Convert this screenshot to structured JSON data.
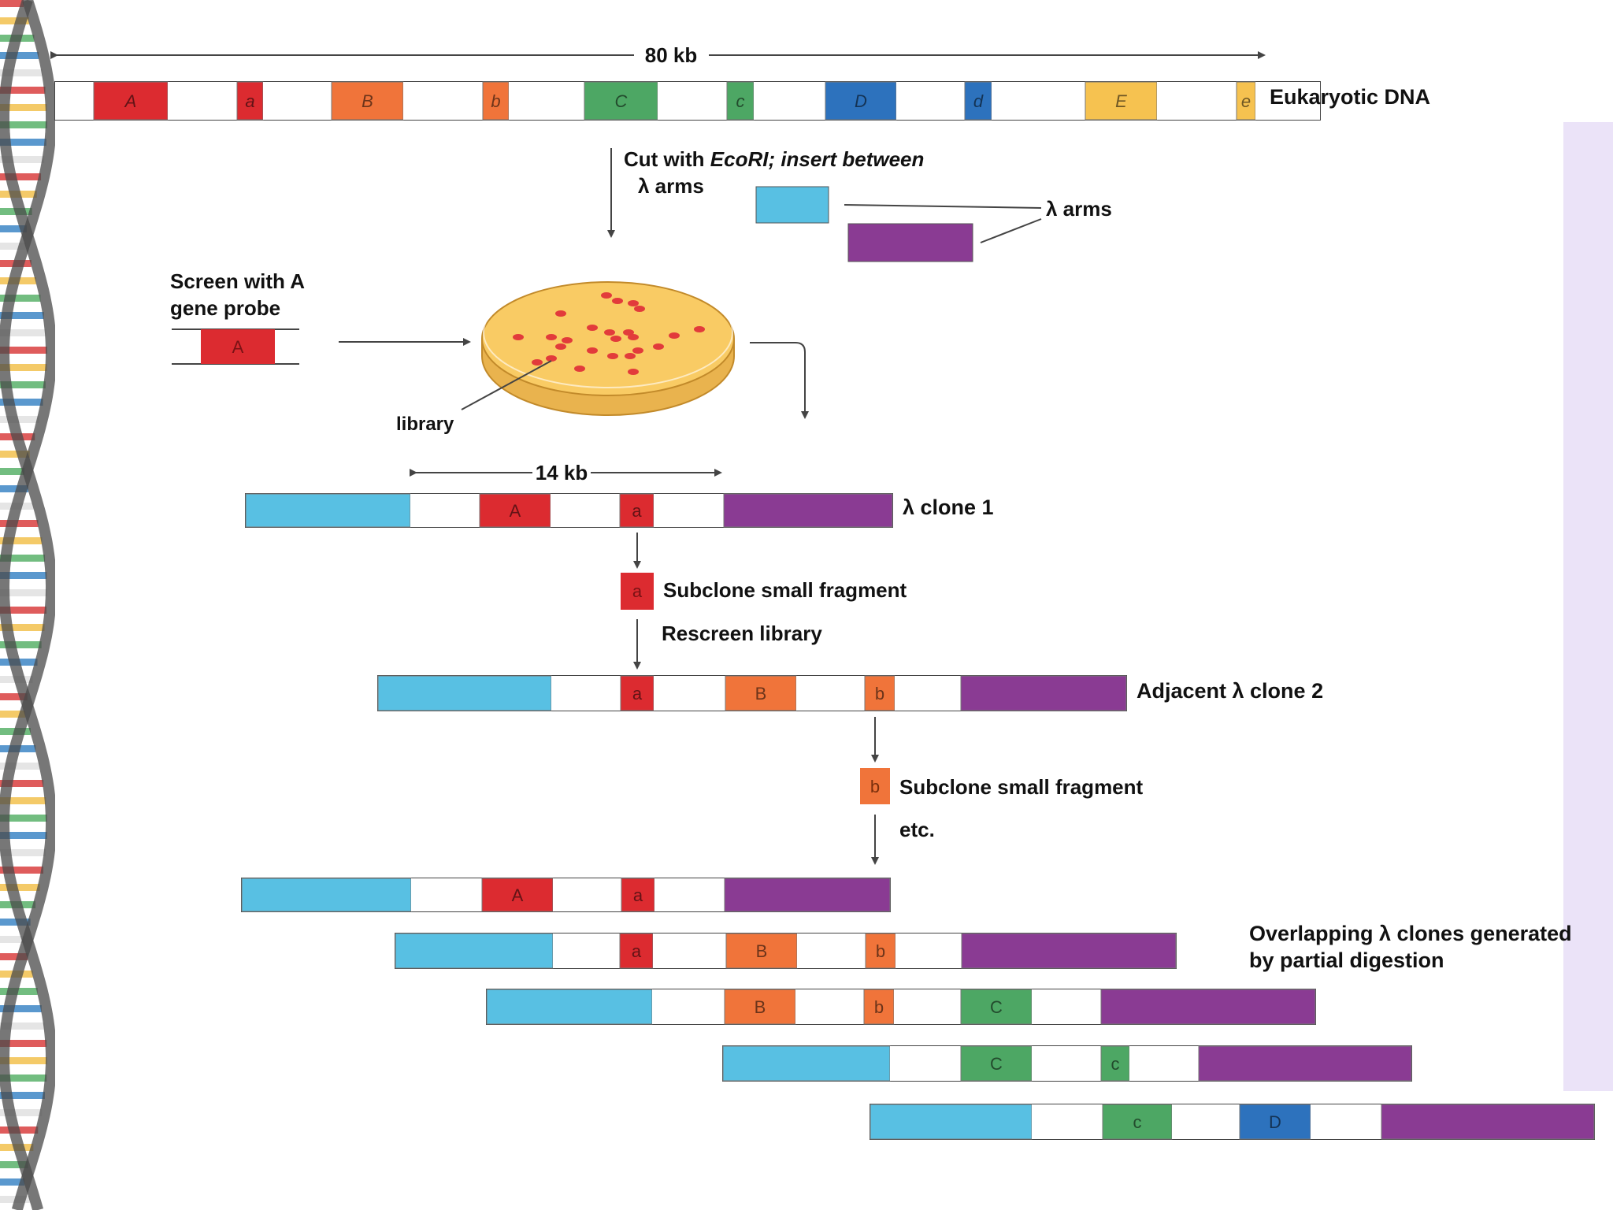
{
  "colors": {
    "A": "#dc2b30",
    "a": "#dc2b30",
    "B": "#f0743a",
    "b": "#f0743a",
    "C": "#4da764",
    "c": "#4da764",
    "D": "#2d72bd",
    "d": "#2d72bd",
    "E": "#f6c250",
    "e": "#f6c250",
    "lambda_left": "#58c0e3",
    "lambda_right": "#8a3b93",
    "spacer": "#ffffff",
    "line": "#444444",
    "plate_fill": "#f9cb64",
    "plate_edge": "#d9a43e",
    "plate_dots": "#e23b3b"
  },
  "labels": {
    "genome_span": "80 kb",
    "genome": "Eukaryotic DNA",
    "cut_line1": "Cut with ",
    "cut_ecori": "EcoRI; insert between",
    "cut_line2": "λ arms",
    "lambda_arms": "λ arms",
    "screen_line1": "Screen with A",
    "screen_line2": "gene probe",
    "probe": "A",
    "library": "library",
    "clone_span": "14 kb",
    "clone1": "λ clone 1",
    "subclone1_seg": "a",
    "subclone1": "Subclone small fragment",
    "rescreen": "Rescreen library",
    "clone2": "Adjacent λ clone 2",
    "subclone2_seg": "b",
    "subclone2": "Subclone small fragment",
    "etc": "etc.",
    "overlap_line1": "Overlapping λ clones generated",
    "overlap_line2": "by partial digestion"
  },
  "genome_segments": [
    "",
    "A",
    "",
    "a",
    "",
    "B",
    "",
    "b",
    "",
    "C",
    "",
    "c",
    "",
    "D",
    "",
    "d",
    "",
    "E",
    "",
    "e",
    ""
  ],
  "clone1_segments": [
    "L",
    "",
    "A",
    "",
    "a",
    "",
    "R"
  ],
  "clone2_segments": [
    "L",
    "",
    "a",
    "",
    "B",
    "",
    "b",
    "",
    "R"
  ],
  "overlap_clones": [
    [
      "L",
      "",
      "A",
      "",
      "a",
      "",
      "R"
    ],
    [
      "L",
      "",
      "a",
      "",
      "B",
      "",
      "b",
      "",
      "R"
    ],
    [
      "L",
      "",
      "B",
      "",
      "b",
      "",
      "C",
      "",
      "R"
    ],
    [
      "L",
      "",
      "C",
      "",
      "c",
      "",
      "R"
    ],
    [
      "L",
      "",
      "c",
      "",
      "D",
      "",
      "R"
    ]
  ]
}
